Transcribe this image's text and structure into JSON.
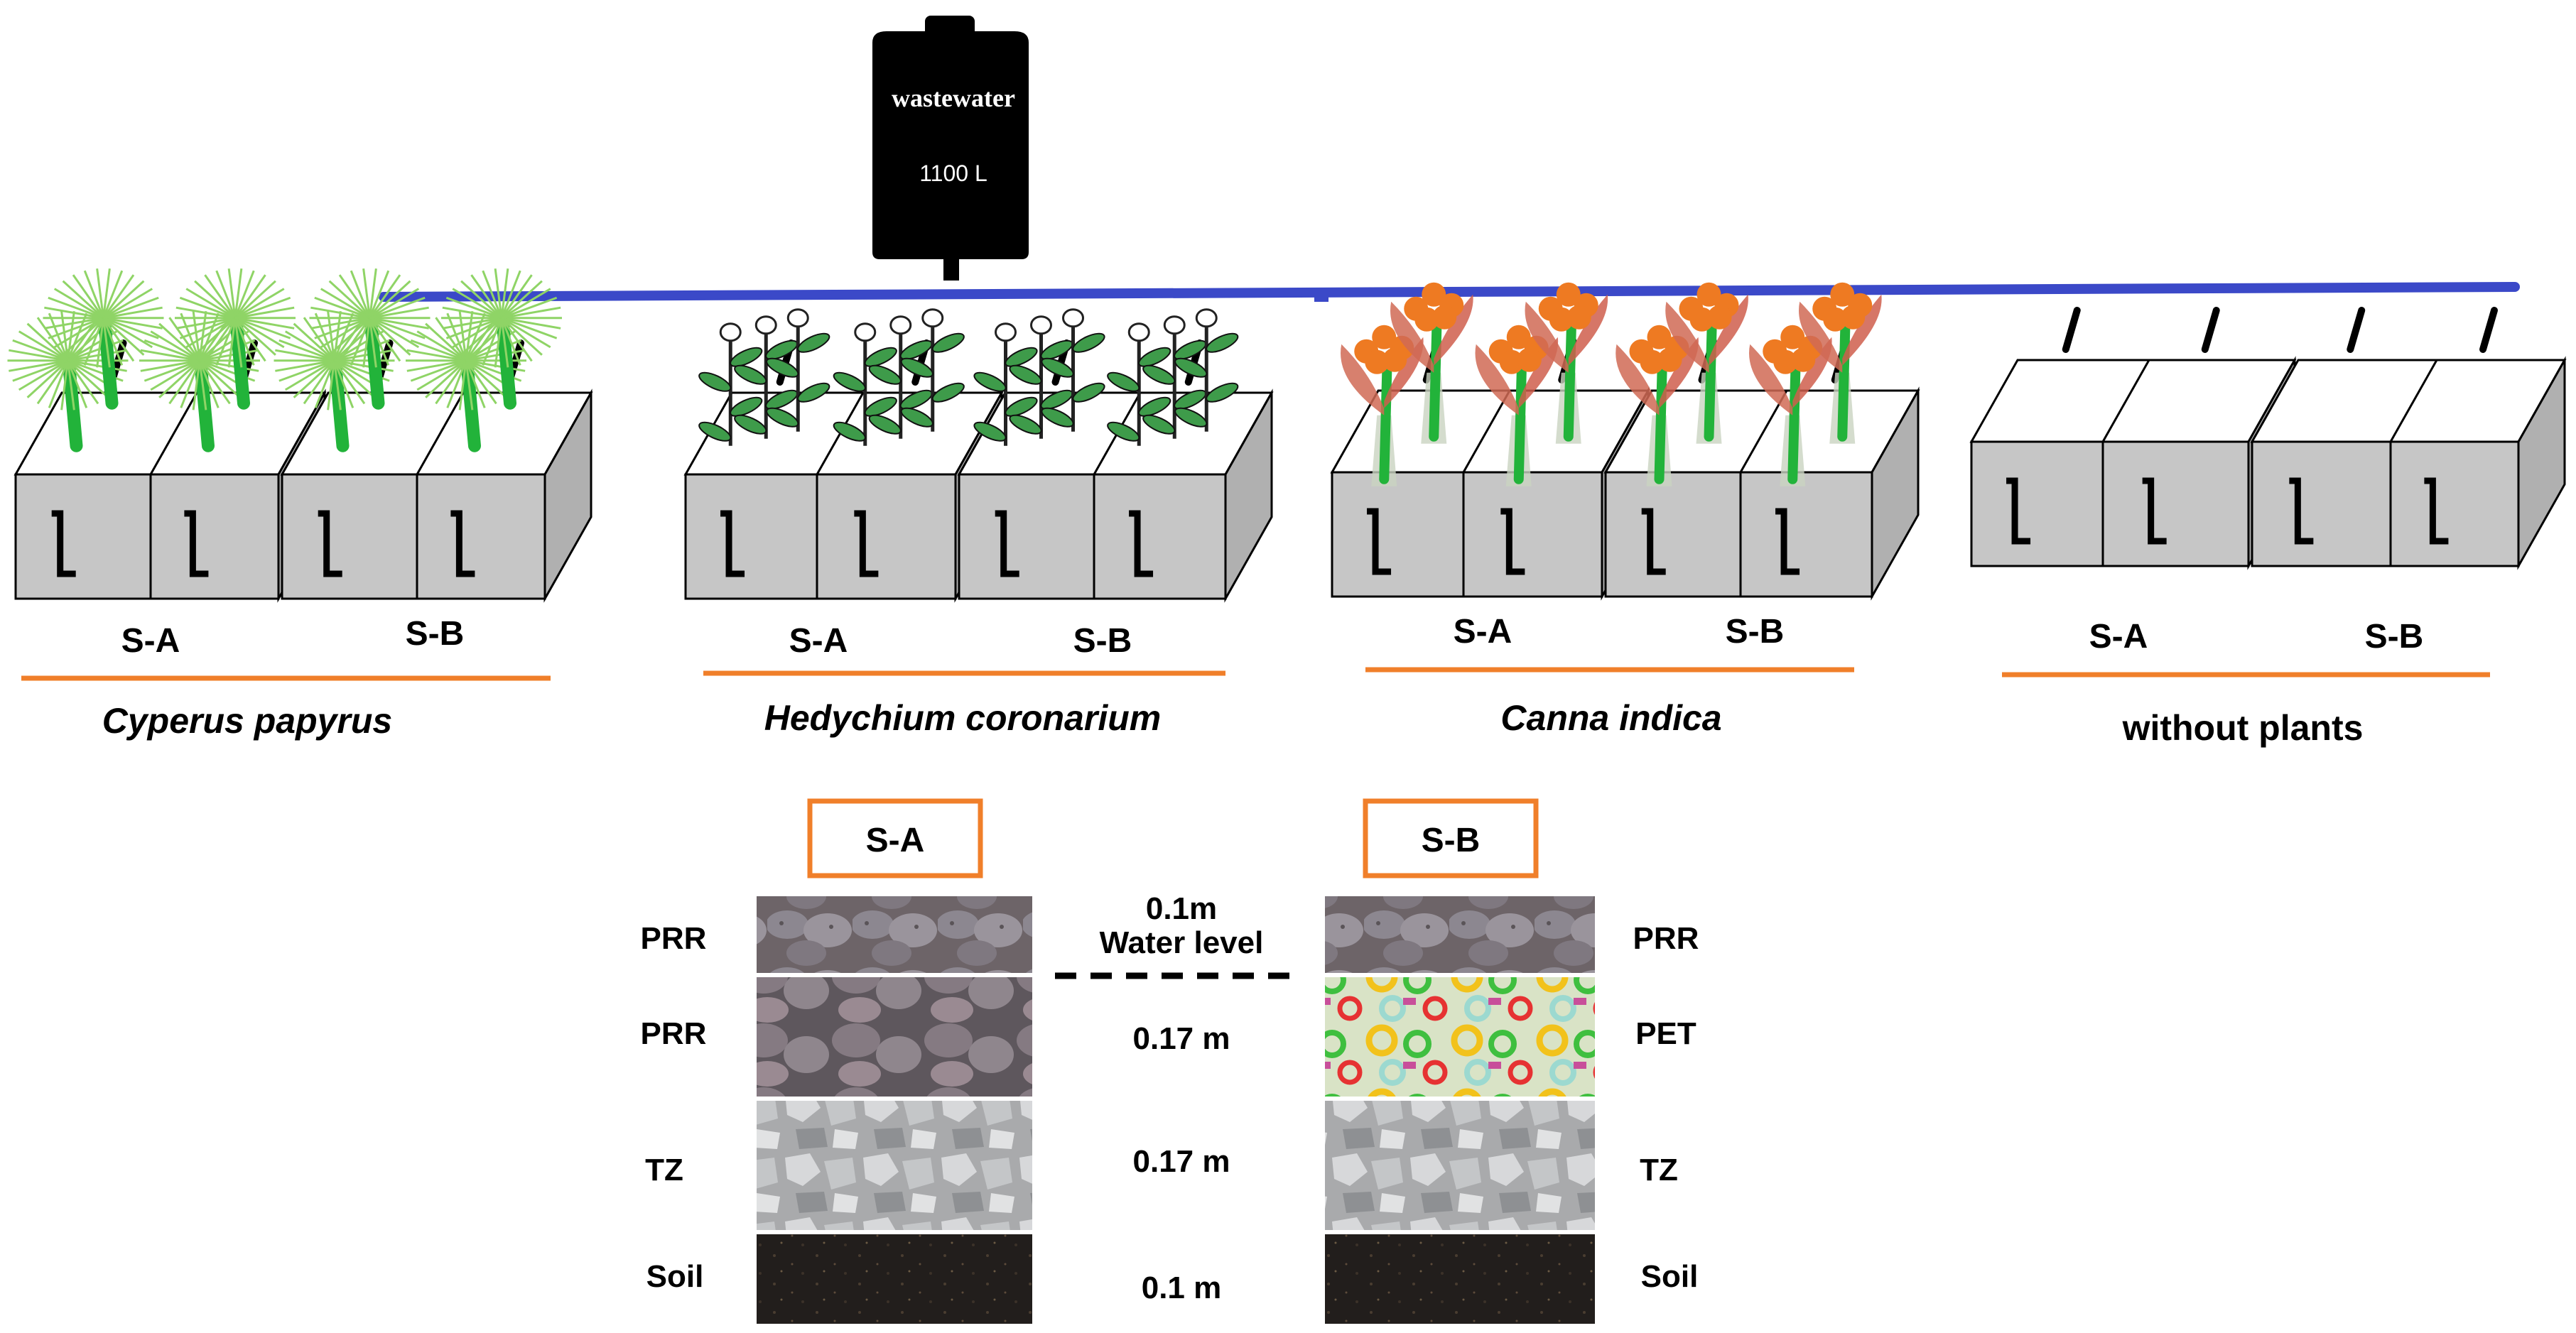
{
  "tank": {
    "label": "wastewater",
    "volume": "1100 L"
  },
  "systems": [
    {
      "name": "Cyperus papyrus",
      "plant": "papyrus",
      "units": [
        "S-A",
        "S-B"
      ]
    },
    {
      "name": "Hedychium coronarium",
      "plant": "hedychium",
      "units": [
        "S-A",
        "S-B"
      ]
    },
    {
      "name": "Canna indica",
      "plant": "canna",
      "units": [
        "S-A",
        "S-B"
      ]
    },
    {
      "name": "without plants",
      "plant": "none",
      "units": [
        "S-A",
        "S-B"
      ]
    }
  ],
  "profile": {
    "sa_title": "S-A",
    "sb_title": "S-B",
    "layers": [
      {
        "left": "PRR",
        "depth_top": "0.1m",
        "depth_bottom": "Water level",
        "right": "PRR",
        "left_texture": "prr",
        "right_texture": "prr"
      },
      {
        "left": "PRR",
        "depth": "0.17 m",
        "right": "PET",
        "left_texture": "prr2",
        "right_texture": "pet"
      },
      {
        "left": "TZ",
        "depth": "0.17 m",
        "right": "TZ",
        "left_texture": "tz",
        "right_texture": "tz"
      },
      {
        "left": "Soil",
        "depth": "0.1 m",
        "right": "Soil",
        "left_texture": "soil",
        "right_texture": "soil"
      }
    ]
  },
  "colors": {
    "pipe": "#3b49c8",
    "accent": "#f07f2a",
    "box_front": "#c6c6c6",
    "box_top": "#ffffff",
    "box_side": "#b0b0b0",
    "papyrus": "#8fd466",
    "stem": "#22b33a",
    "canna_flower": "#ee7a22"
  }
}
